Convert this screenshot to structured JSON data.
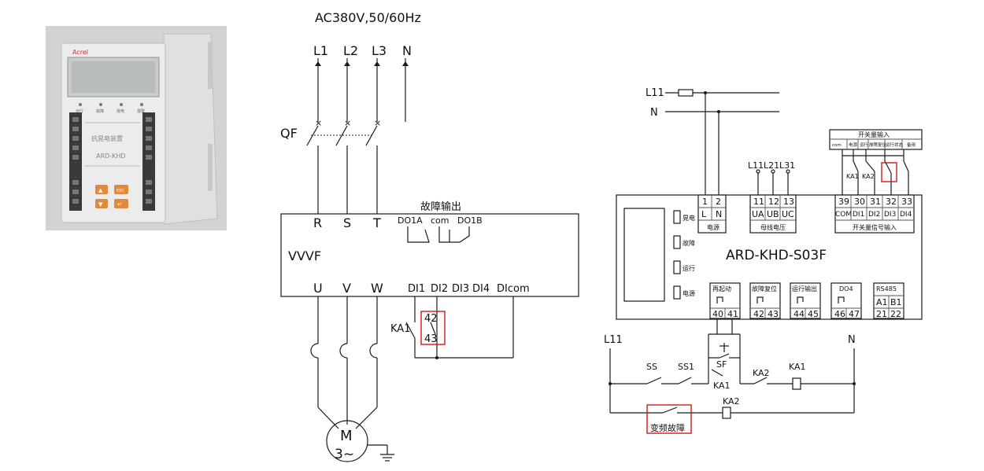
{
  "device_photo": {
    "brand": "Acrel",
    "front_title": "抗晃电装置",
    "model": "ARD-KHD",
    "indicators": [
      "运行",
      "故障",
      "晃电",
      "报警"
    ],
    "btn_esc": "ESC"
  },
  "left_diagram": {
    "supply": "AC380V,50/60Hz",
    "phases": [
      "L1",
      "L2",
      "L3",
      "N"
    ],
    "breaker": "QF",
    "fault_output_title": "故障输出",
    "vfd_name": "VVVF",
    "inputs": [
      "R",
      "S",
      "T"
    ],
    "fault_contacts": [
      "DO1A",
      "com",
      "DO1B"
    ],
    "outputs": [
      "U",
      "V",
      "W"
    ],
    "di_terminals": [
      "DI1",
      "DI2",
      "DI3",
      "DI4",
      "DIcom"
    ],
    "ka_label": "KA1",
    "ka_pins": [
      "42",
      "43"
    ],
    "motor_m": "M",
    "motor_phase": "3~"
  },
  "right_diagram": {
    "line_label": "L11",
    "neutral_label": "N",
    "bus_voltage_labels": [
      "L11",
      "L21",
      "L31"
    ],
    "switch_input_header": "开关量输入",
    "switch_input_cols": [
      "com",
      "电源",
      "运行",
      "故障复位",
      "运行状态",
      "备用"
    ],
    "switch_ka": [
      "KA1",
      "KA2"
    ],
    "device_model": "ARD-KHD-S03F",
    "side_labels": [
      "晃电",
      "故障",
      "运行",
      "电源"
    ],
    "power_block": {
      "nums": [
        "1",
        "2"
      ],
      "names": [
        "L",
        "N"
      ],
      "caption": "电源"
    },
    "voltage_block": {
      "nums": [
        "11",
        "12",
        "13"
      ],
      "names": [
        "UA",
        "UB",
        "UC"
      ],
      "caption": "母线电压"
    },
    "di_block": {
      "nums": [
        "39",
        "30",
        "31",
        "32",
        "33"
      ],
      "names": [
        "COM",
        "DI1",
        "DI2",
        "DI3",
        "DI4"
      ],
      "caption": "开关量信号输入"
    },
    "output_blocks": [
      {
        "title": "再起动",
        "nums": [
          "40",
          "41"
        ]
      },
      {
        "title": "故障复位",
        "nums": [
          "42",
          "43"
        ]
      },
      {
        "title": "运行输出",
        "nums": [
          "44",
          "45"
        ]
      },
      {
        "title": "DO4",
        "nums": [
          "46",
          "47"
        ]
      },
      {
        "title": "RS485",
        "names": [
          "A1",
          "B1"
        ],
        "nums": [
          "21",
          "22"
        ]
      }
    ],
    "control": {
      "left": "L11",
      "right": "N",
      "ss": "SS",
      "ss1": "SS1",
      "sf": "SF",
      "ka1_contact": "KA1",
      "ka2": "KA2",
      "ka1_coil": "KA1",
      "ka2_coil": "KA2",
      "vfd_fault": "变频故障"
    }
  }
}
